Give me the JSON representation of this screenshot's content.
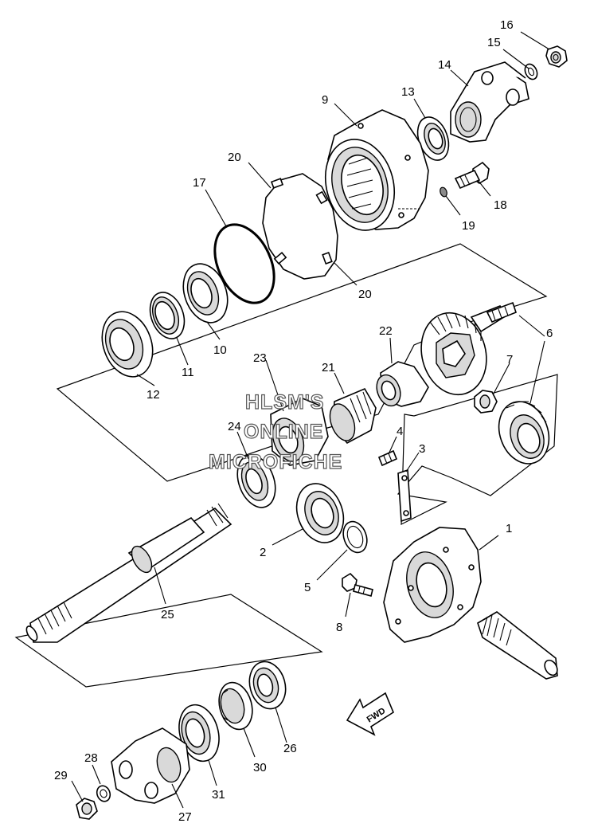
{
  "diagram": {
    "watermark_lines": [
      "HLSM'S",
      "ONLINE",
      "MICROFICHE"
    ],
    "fwd_label": "FWD",
    "callouts": [
      "1",
      "2",
      "3",
      "4",
      "5",
      "6",
      "7",
      "8",
      "9",
      "10",
      "11",
      "12",
      "13",
      "14",
      "15",
      "16",
      "17",
      "18",
      "19",
      "20",
      "20",
      "21",
      "22",
      "23",
      "24",
      "25",
      "26",
      "27",
      "28",
      "29",
      "30",
      "31"
    ]
  }
}
